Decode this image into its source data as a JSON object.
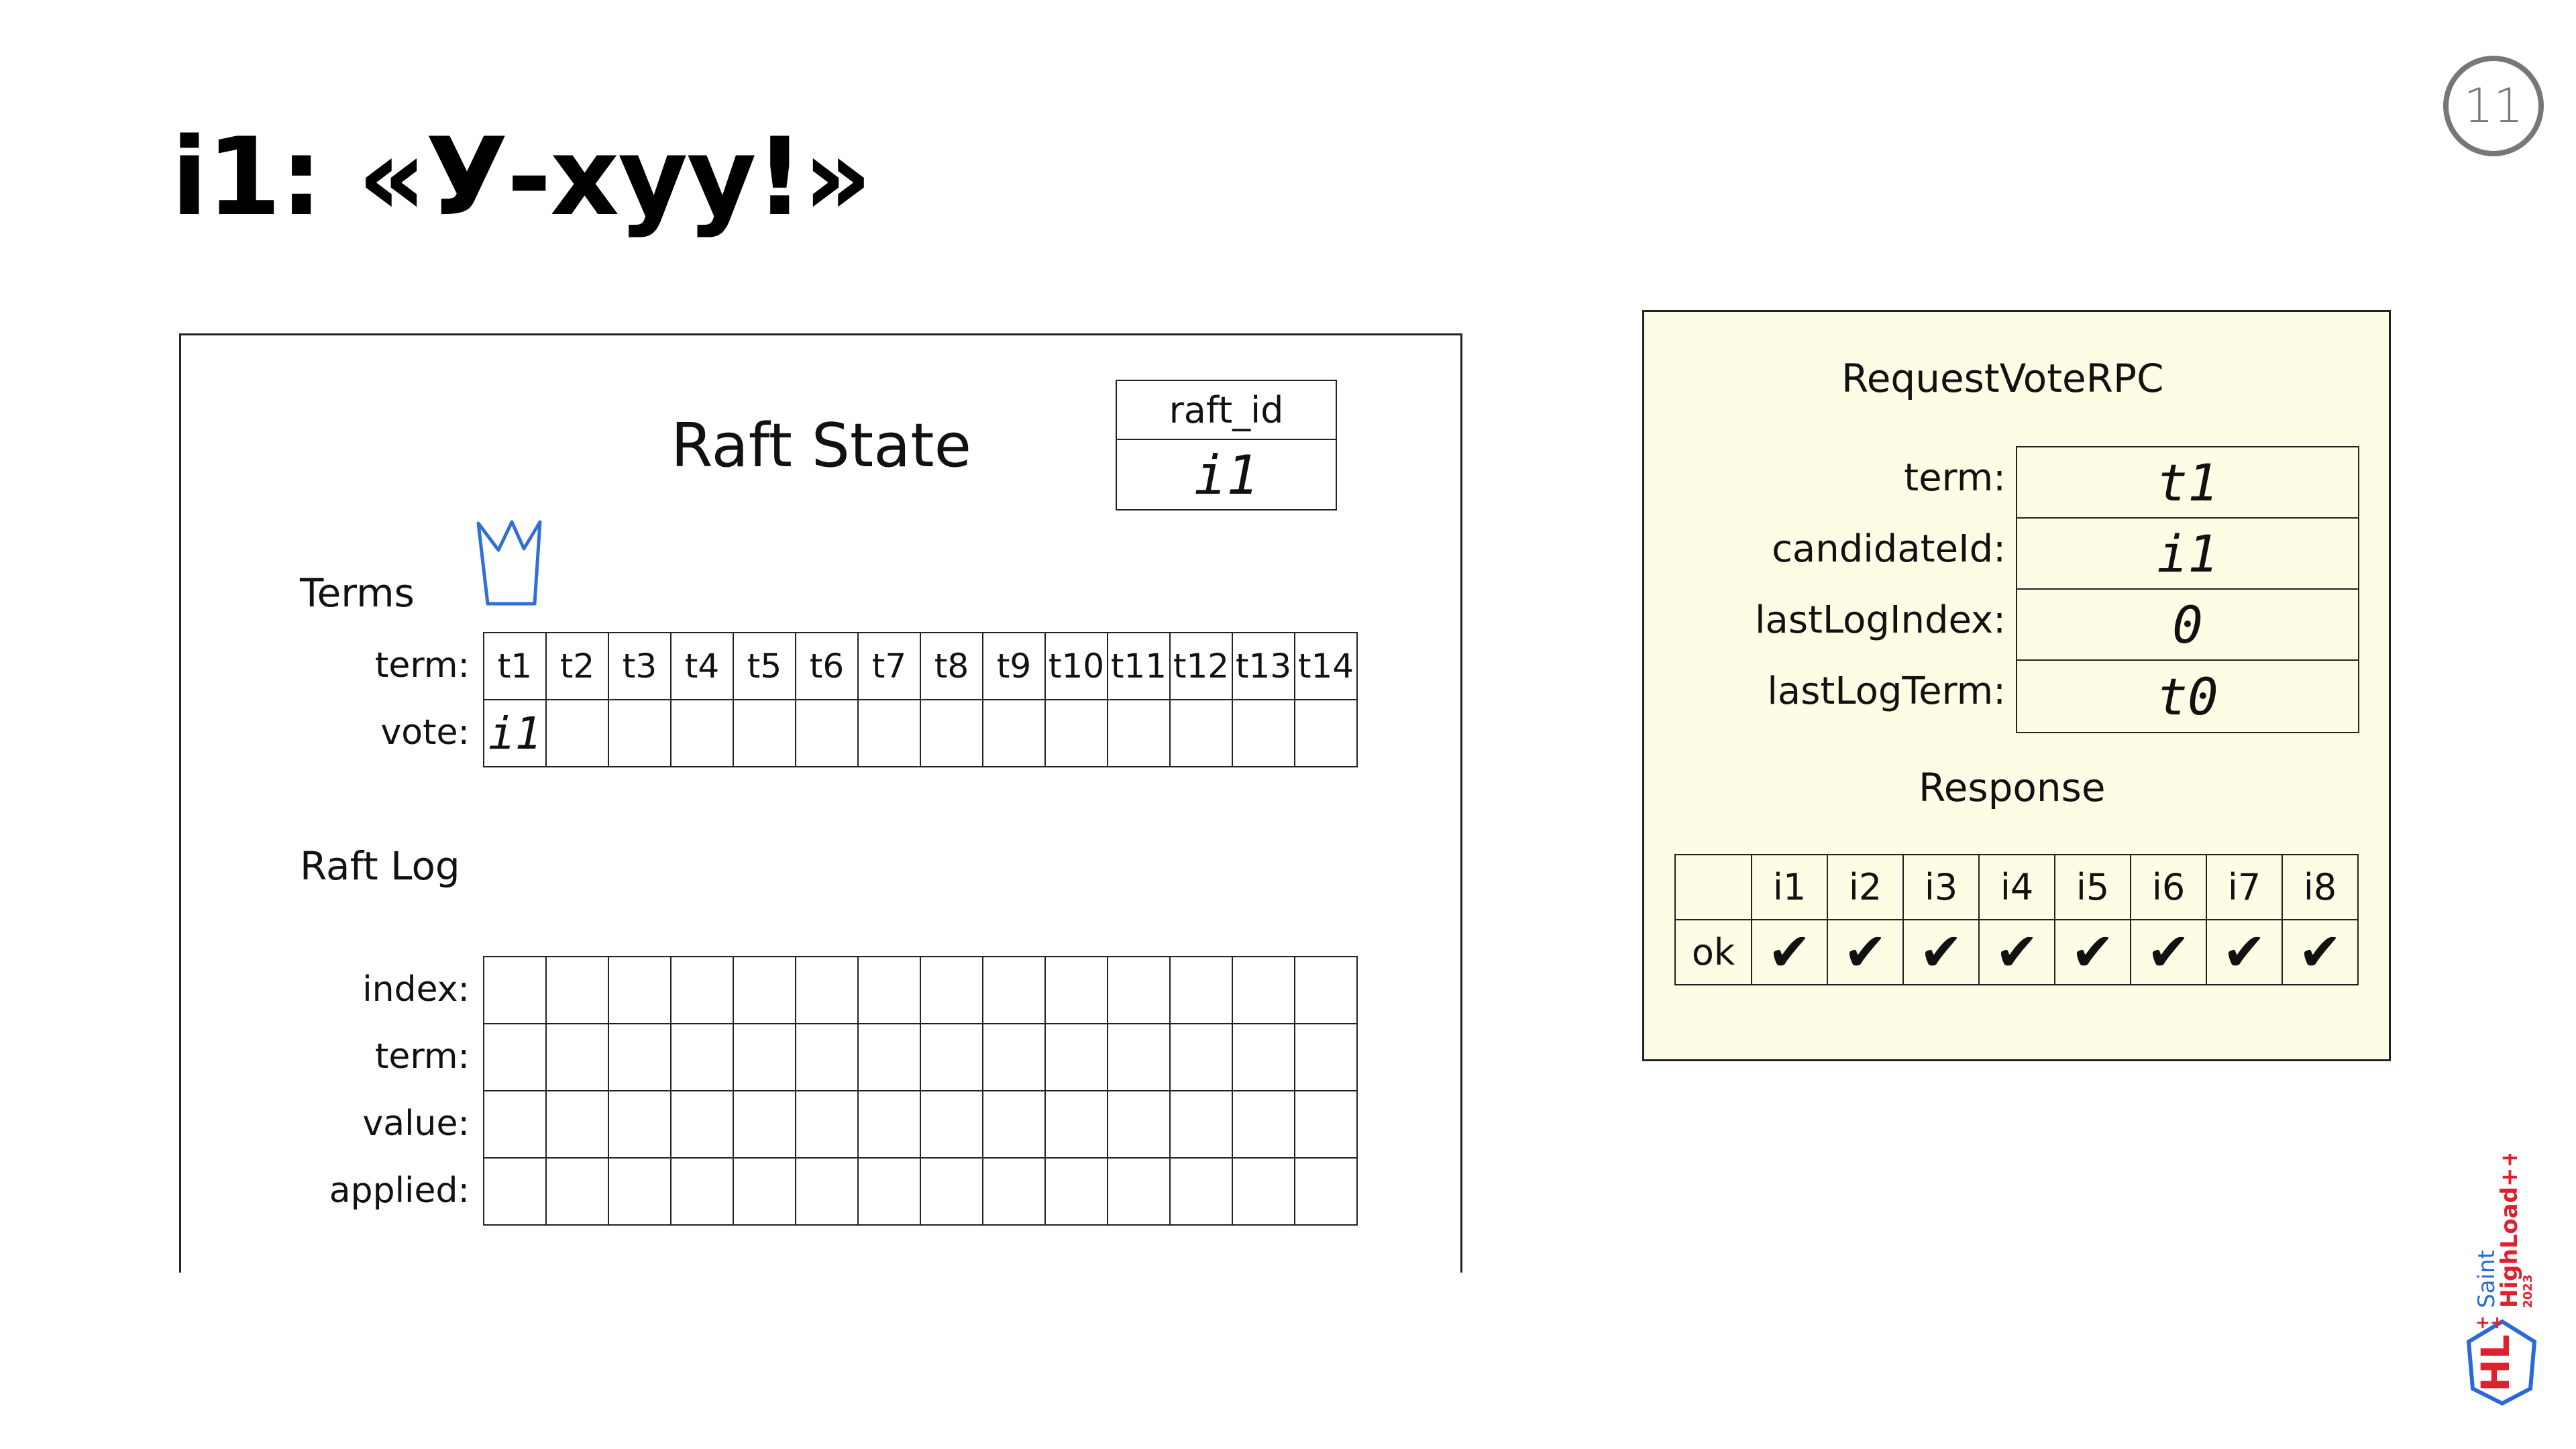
{
  "slide": {
    "title": "i1: «У-хуу!»",
    "page_number": "11"
  },
  "raft_state": {
    "title": "Raft State",
    "raft_id_label": "raft_id",
    "raft_id_value": "i1",
    "terms_label": "Terms",
    "term_row_label": "term:",
    "vote_row_label": "vote:",
    "terms": [
      "t1",
      "t2",
      "t3",
      "t4",
      "t5",
      "t6",
      "t7",
      "t8",
      "t9",
      "t10",
      "t11",
      "t12",
      "t13",
      "t14"
    ],
    "votes": [
      "i1",
      "",
      "",
      "",
      "",
      "",
      "",
      "",
      "",
      "",
      "",
      "",
      "",
      ""
    ],
    "log_label": "Raft Log",
    "log_rows": [
      "index:",
      "term:",
      "value:",
      "applied:"
    ]
  },
  "request_vote": {
    "title": "RequestVoteRPC",
    "fields": [
      {
        "label": "term:",
        "value": "t1"
      },
      {
        "label": "candidateId:",
        "value": "i1"
      },
      {
        "label": "lastLogIndex:",
        "value": "0"
      },
      {
        "label": "lastLogTerm:",
        "value": "t0"
      }
    ],
    "response_title": "Response",
    "response_row_label": "ok",
    "instances": [
      "i1",
      "i2",
      "i3",
      "i4",
      "i5",
      "i6",
      "i7",
      "i8"
    ],
    "ok": [
      "✔",
      "✔",
      "✔",
      "✔",
      "✔",
      "✔",
      "✔",
      "✔"
    ]
  },
  "logo": {
    "saint": "Saint",
    "highload": "HighLoad++",
    "year": "2023",
    "hl": "HL",
    "plus": "++"
  },
  "colors": {
    "rpc_background": "#fdfde6",
    "crown": "#2f6fd6",
    "logo_red": "#e0202f",
    "logo_blue": "#2a6ad8"
  },
  "icons": {
    "leader": "crown-icon"
  }
}
